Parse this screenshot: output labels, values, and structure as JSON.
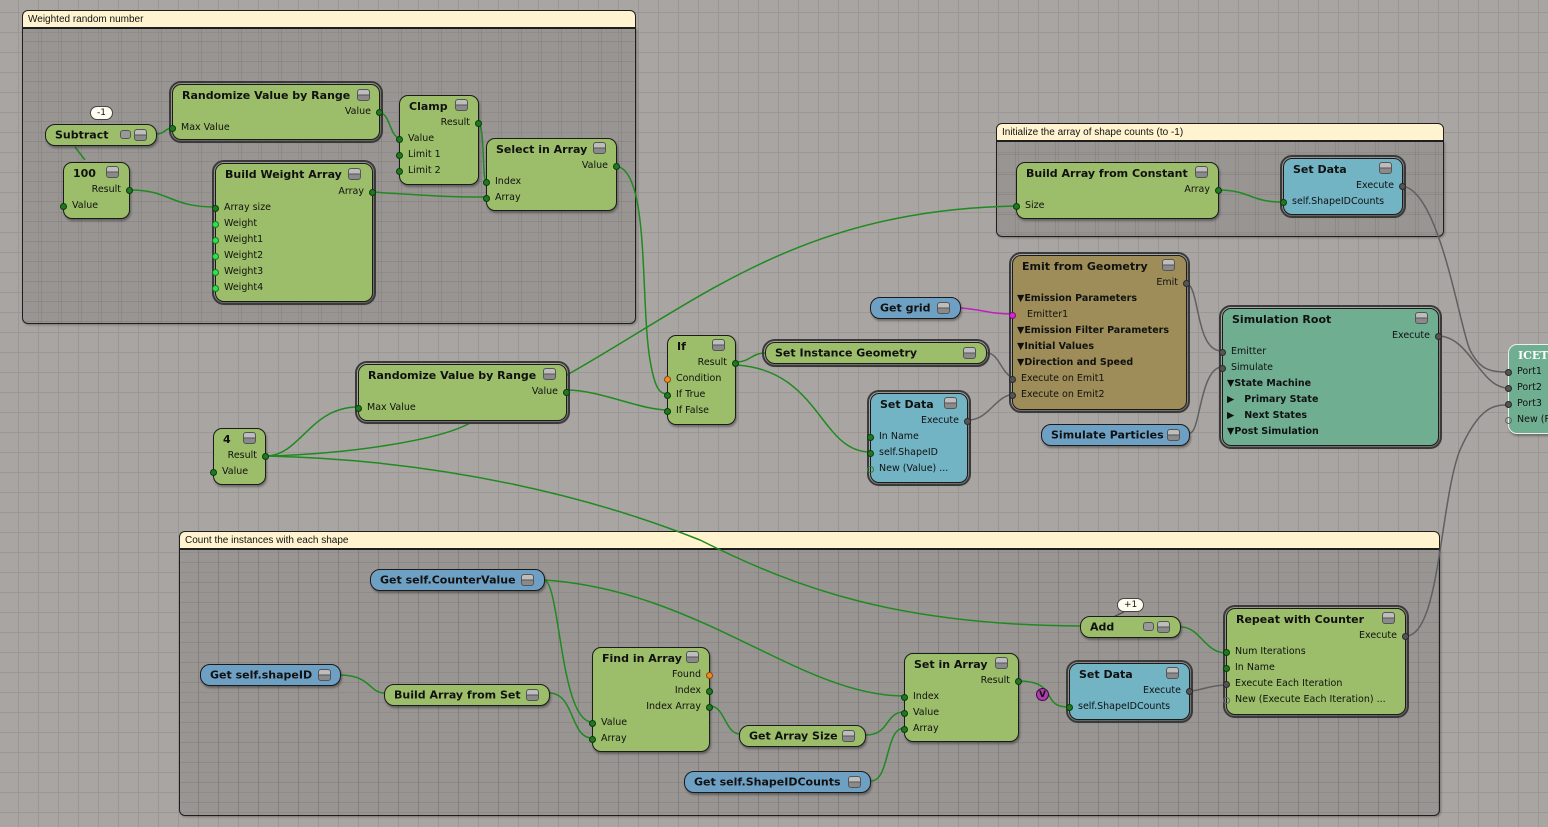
{
  "colors": {
    "canvas": "#a9a5a2",
    "group_title_bg": "#fff4cf",
    "node_green": "#9cbd69",
    "node_blue": "#6ea0c4",
    "node_teal": "#72b3c4",
    "node_olive": "#9e8d58",
    "node_sim": "#6fae91",
    "wire_green": "#1f8a1f",
    "wire_gray": "#666666",
    "wire_magenta": "#c020c0"
  },
  "groups": {
    "weighted": {
      "title": "Weighted random number"
    },
    "init": {
      "title": "Initialize the array of shape counts (to -1)"
    },
    "count": {
      "title": "Count the instances with each shape"
    }
  },
  "nodes": {
    "subtract": {
      "title": "Subtract",
      "tag": "-1"
    },
    "randomize1": {
      "title": "Randomize Value by Range",
      "outputs": [
        "Value"
      ],
      "inputs": [
        "Max Value"
      ]
    },
    "clamp": {
      "title": "Clamp",
      "outputs": [
        "Result"
      ],
      "inputs": [
        "Value",
        "Limit 1",
        "Limit 2"
      ]
    },
    "select_in_array": {
      "title": "Select in Array",
      "outputs": [
        "Value"
      ],
      "inputs": [
        "Index",
        "Array"
      ]
    },
    "const100": {
      "title": "100",
      "outputs": [
        "Result"
      ],
      "inputs": [
        "Value"
      ]
    },
    "build_weight_array": {
      "title": "Build Weight Array",
      "outputs": [
        "Array"
      ],
      "inputs": [
        "Array size",
        "Weight",
        "Weight1",
        "Weight2",
        "Weight3",
        "Weight4"
      ]
    },
    "build_array_const": {
      "title": "Build Array from Constant",
      "outputs": [
        "Array"
      ],
      "inputs": [
        "Size"
      ]
    },
    "set_data_init": {
      "title": "Set Data",
      "outputs": [
        "Execute"
      ],
      "inputs": [
        "self.ShapeIDCounts"
      ]
    },
    "emit_geom": {
      "title": "Emit from Geometry",
      "outputs": [
        "Emit"
      ],
      "sections": [
        "Emission Parameters",
        "Emission Filter Parameters",
        "Initial Values",
        "Direction and Speed"
      ],
      "emitter": "Emitter1",
      "inputs": [
        "Execute on Emit1",
        "Execute on Emit2"
      ]
    },
    "get_grid": {
      "title": "Get grid"
    },
    "sim_root": {
      "title": "Simulation Root",
      "outputs": [
        "Execute"
      ],
      "inputs": [
        "Emitter",
        "Simulate"
      ],
      "sections": [
        "State Machine",
        "Primary State",
        "Next States",
        "Post Simulation"
      ]
    },
    "ice_tree": {
      "title": "ICETr",
      "inputs": [
        "Port1",
        "Port2",
        "Port3",
        "New (P"
      ]
    },
    "randomize2": {
      "title": "Randomize Value by Range",
      "outputs": [
        "Value"
      ],
      "inputs": [
        "Max Value"
      ]
    },
    "const4": {
      "title": "4",
      "outputs": [
        "Result"
      ],
      "inputs": [
        "Value"
      ]
    },
    "if": {
      "title": "If",
      "outputs": [
        "Result"
      ],
      "inputs": [
        "Condition",
        "If True",
        "If False"
      ]
    },
    "set_instance_geom": {
      "title": "Set Instance Geometry"
    },
    "set_data_shape": {
      "title": "Set Data",
      "outputs": [
        "Execute"
      ],
      "inputs": [
        "In Name",
        "self.ShapeID",
        "New (Value) ..."
      ]
    },
    "simulate_particles": {
      "title": "Simulate Particles"
    },
    "get_counter": {
      "title": "Get self.CounterValue"
    },
    "get_shapeid": {
      "title": "Get self.shapeID"
    },
    "build_array_set": {
      "title": "Build Array from Set"
    },
    "find_in_array": {
      "title": "Find in Array",
      "outputs": [
        "Found",
        "Index",
        "Index Array"
      ],
      "inputs": [
        "Value",
        "Array"
      ]
    },
    "get_array_size": {
      "title": "Get Array Size"
    },
    "set_in_array": {
      "title": "Set in Array",
      "outputs": [
        "Result"
      ],
      "inputs": [
        "Index",
        "Value",
        "Array"
      ]
    },
    "get_shapeidcounts": {
      "title": "Get self.ShapeIDCounts"
    },
    "add": {
      "title": "Add",
      "tag": "+1"
    },
    "set_data_counts": {
      "title": "Set Data",
      "outputs": [
        "Execute"
      ],
      "inputs": [
        "self.ShapeIDCounts"
      ],
      "badge": "V"
    },
    "repeat_counter": {
      "title": "Repeat with Counter",
      "outputs": [
        "Execute"
      ],
      "inputs": [
        "Num Iterations",
        "In Name",
        "Execute Each Iteration",
        "New (Execute Each Iteration) ..."
      ]
    }
  }
}
